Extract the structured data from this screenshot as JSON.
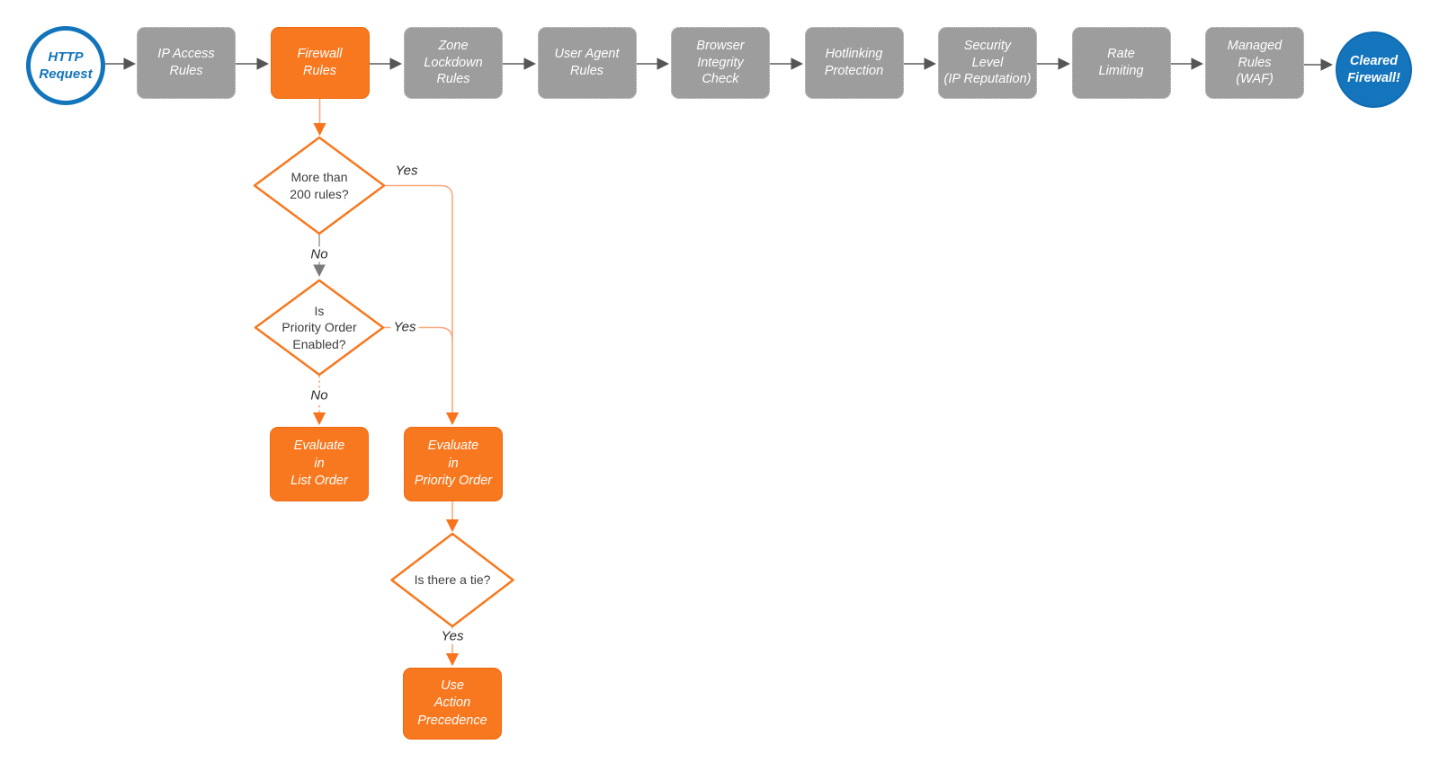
{
  "palette": {
    "orange_fill": "#F8781F",
    "orange_border": "#ED6A10",
    "gray_fill": "#9D9D9D",
    "blue": "#1274BB",
    "end_circle_fill": "#1475BC",
    "dark_connector": "#5B5B5B",
    "orange_connector_line": "#F9A87E",
    "orange_arrowhead": "#F8731C",
    "gray_connector": "#A0A0A0"
  },
  "flow": {
    "start": {
      "label": "HTTP\nRequest"
    },
    "stages": [
      {
        "label": "IP Access\nRules",
        "variant": "gray"
      },
      {
        "label": "Firewall\nRules",
        "variant": "orange"
      },
      {
        "label": "Zone\nLockdown\nRules",
        "variant": "gray"
      },
      {
        "label": "User Agent\nRules",
        "variant": "gray"
      },
      {
        "label": "Browser\nIntegrity\nCheck",
        "variant": "gray"
      },
      {
        "label": "Hotlinking\nProtection",
        "variant": "gray"
      },
      {
        "label": "Security\nLevel\n(IP Reputation)",
        "variant": "gray"
      },
      {
        "label": "Rate\nLimiting",
        "variant": "gray"
      },
      {
        "label": "Managed\nRules\n(WAF)",
        "variant": "gray"
      }
    ],
    "end": {
      "label": "Cleared\nFirewall!"
    },
    "decisions": [
      {
        "label": "More than\n200 rules?"
      },
      {
        "label": "Is\nPriority Order\nEnabled?"
      },
      {
        "label": "Is there a tie?"
      }
    ],
    "actions": [
      {
        "label": "Evaluate\nin\nList Order"
      },
      {
        "label": "Evaluate\nin\nPriority Order"
      },
      {
        "label": "Use\nAction\nPrecedence"
      }
    ],
    "edge_labels": {
      "yes_200": "Yes",
      "no_200": "No",
      "yes_priority": "Yes",
      "no_priority": "No",
      "yes_tie": "Yes"
    }
  }
}
